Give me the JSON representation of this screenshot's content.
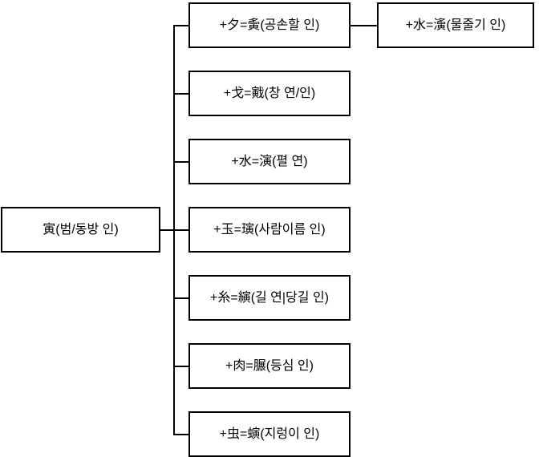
{
  "diagram": {
    "title": "hanja-derivation-tree",
    "colors": {
      "background": "#ffffff",
      "box_border": "#000000",
      "line": "#000000",
      "text": "#000000"
    },
    "root": {
      "label": "寅(범/동방 인)"
    },
    "children": [
      {
        "label": "+夕=夤(공손할 인)"
      },
      {
        "label": "+戈=戭(창 연/인)"
      },
      {
        "label": "+水=演(펼 연)"
      },
      {
        "label": "+玉=璌(사람이름 인)"
      },
      {
        "label": "+糸=縯(길 연|당길 인)"
      },
      {
        "label": "+肉=𦟌(등심 인)"
      },
      {
        "label": "+虫=螾(지렁이 인)"
      }
    ],
    "grandchildren": [
      {
        "parent_index": 0,
        "label": "+水=濥(물줄기 인)"
      }
    ]
  }
}
